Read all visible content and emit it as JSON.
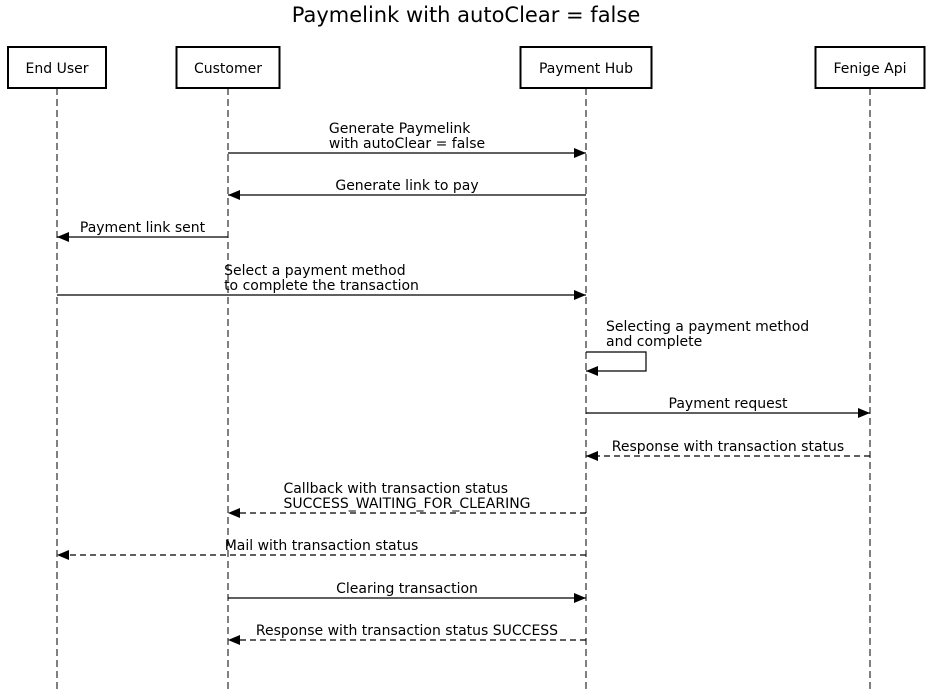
{
  "title": "Paymelink with autoClear = false",
  "participants": [
    {
      "id": "end_user",
      "label": "End User"
    },
    {
      "id": "customer",
      "label": "Customer"
    },
    {
      "id": "payment_hub",
      "label": "Payment Hub"
    },
    {
      "id": "fenige_api",
      "label": "Fenige Api"
    }
  ],
  "messages": [
    {
      "from": "customer",
      "to": "payment_hub",
      "style": "solid",
      "lines": [
        "Generate Paymelink",
        "with autoClear = false"
      ]
    },
    {
      "from": "payment_hub",
      "to": "customer",
      "style": "solid",
      "lines": [
        "Generate link to pay"
      ]
    },
    {
      "from": "customer",
      "to": "end_user",
      "style": "solid",
      "lines": [
        "Payment link sent"
      ]
    },
    {
      "from": "end_user",
      "to": "payment_hub",
      "style": "solid",
      "lines": [
        "Select a payment method",
        "to complete the transaction"
      ]
    },
    {
      "from": "payment_hub",
      "to": "payment_hub",
      "style": "solid",
      "lines": [
        "Selecting a payment method",
        "and complete"
      ]
    },
    {
      "from": "payment_hub",
      "to": "fenige_api",
      "style": "solid",
      "lines": [
        "Payment request"
      ]
    },
    {
      "from": "fenige_api",
      "to": "payment_hub",
      "style": "dashed",
      "lines": [
        "Response with transaction status"
      ]
    },
    {
      "from": "payment_hub",
      "to": "customer",
      "style": "dashed",
      "lines": [
        "Callback with transaction status",
        "SUCCESS_WAITING_FOR_CLEARING"
      ]
    },
    {
      "from": "payment_hub",
      "to": "end_user",
      "style": "dashed",
      "lines": [
        "Mail with transaction status"
      ]
    },
    {
      "from": "customer",
      "to": "payment_hub",
      "style": "solid",
      "lines": [
        "Clearing transaction"
      ]
    },
    {
      "from": "payment_hub",
      "to": "customer",
      "style": "dashed",
      "lines": [
        "Response with transaction status SUCCESS"
      ]
    }
  ]
}
